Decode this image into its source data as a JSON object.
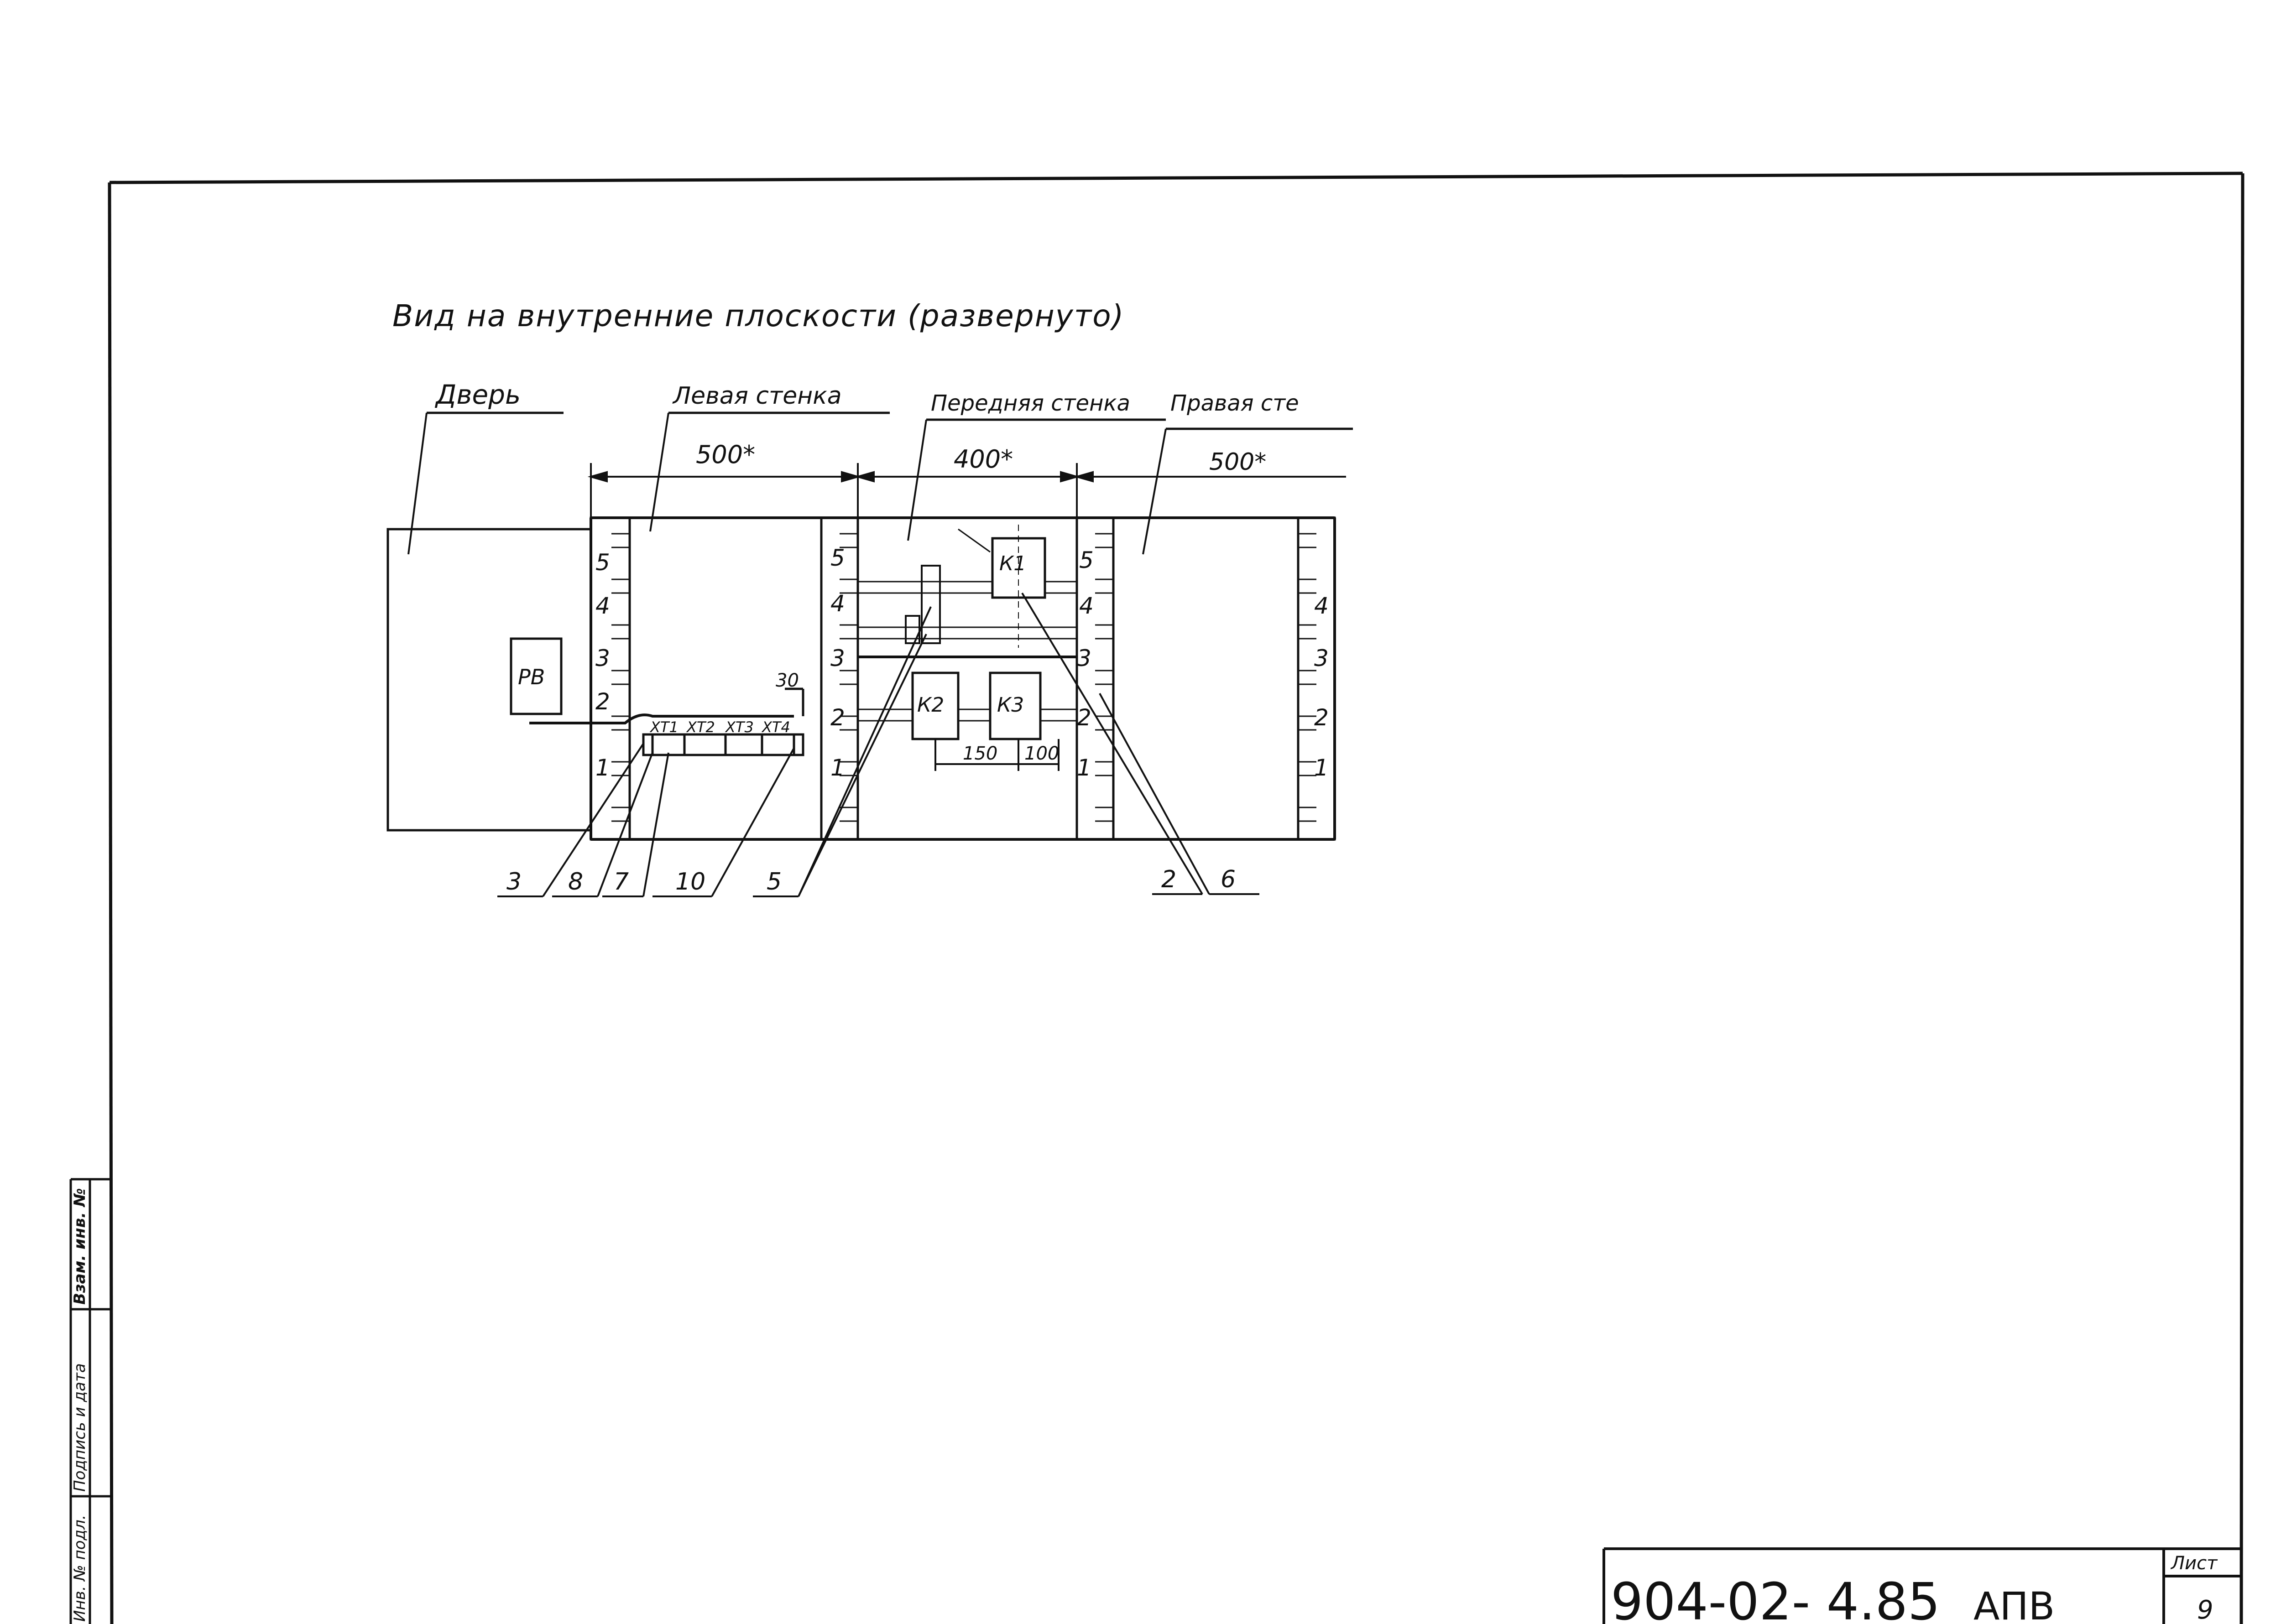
{
  "title": "Вид на внутренние плоскости (развернуто)",
  "sections": {
    "door": "Дверь",
    "left_wall": "Левая стенка",
    "front_wall": "Передняя стенка",
    "right_wall": "Правая сте"
  },
  "dimensions": {
    "left_width": "500*",
    "front_width": "400*",
    "right_width": "500*",
    "offset_30": "30",
    "k2_k3_spacing": "150",
    "k3_width": "100"
  },
  "levels": [
    "1",
    "2",
    "3",
    "4",
    "5"
  ],
  "components": {
    "rb": "РВ",
    "k1": "К1",
    "k2": "К2",
    "k3": "К3",
    "terminals": [
      "ХТ1",
      "ХТ2",
      "ХТ3",
      "ХТ4"
    ]
  },
  "callouts": [
    "3",
    "8",
    "7",
    "10",
    "5",
    "2",
    "6"
  ],
  "stamp_side": {
    "cell1": "Инв. № подл.",
    "cell2": "Подпись и дата",
    "cell3": "Взам. инв. №"
  },
  "title_block": {
    "code": "904-02- 4.85",
    "suffix": "АПВ",
    "sheet_label": "Лист",
    "sheet_number": "9"
  }
}
